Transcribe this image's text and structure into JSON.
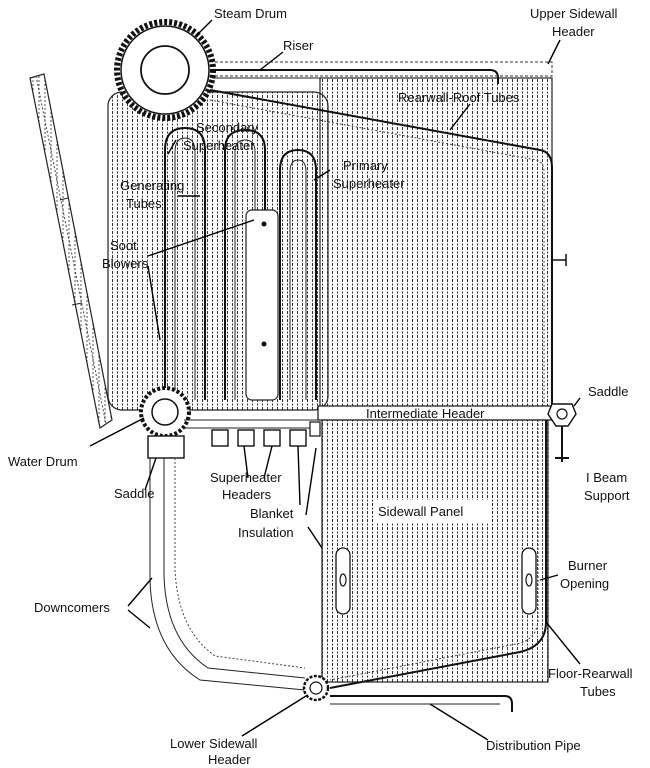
{
  "labels": {
    "steam_drum": "Steam Drum",
    "upper_sidewall_header_1": "Upper Sidewall",
    "upper_sidewall_header_2": "Header",
    "riser": "Riser",
    "rearwall_roof_tubes": "Rearwall-Roof Tubes",
    "secondary_superheater_1": "Secondary",
    "secondary_superheater_2": "Superheater",
    "primary_superheater_1": "Primary",
    "primary_superheater_2": "Superheater",
    "generating_tubes_1": "Generating",
    "generating_tubes_2": "Tubes",
    "soot_blowers_1": "Soot",
    "soot_blowers_2": "Blowers",
    "saddle_right": "Saddle",
    "intermediate_header": "Intermediate Header",
    "water_drum": "Water Drum",
    "saddle_left": "Saddle",
    "superheater_headers_1": "Superheater",
    "superheater_headers_2": "Headers",
    "i_beam_support_1": "I Beam",
    "i_beam_support_2": "Support",
    "blanket_insulation_1": "Blanket",
    "blanket_insulation_2": "Insulation",
    "sidewall_panel": "Sidewall Panel",
    "burner_opening_1": "Burner",
    "burner_opening_2": "Opening",
    "downcomers": "Downcomers",
    "floor_rearwall_tubes_1": "Floor-Rearwall",
    "floor_rearwall_tubes_2": "Tubes",
    "lower_sidewall_header_1": "Lower Sidewall",
    "lower_sidewall_header_2": "Header",
    "distribution_pipe": "Distribution Pipe"
  }
}
